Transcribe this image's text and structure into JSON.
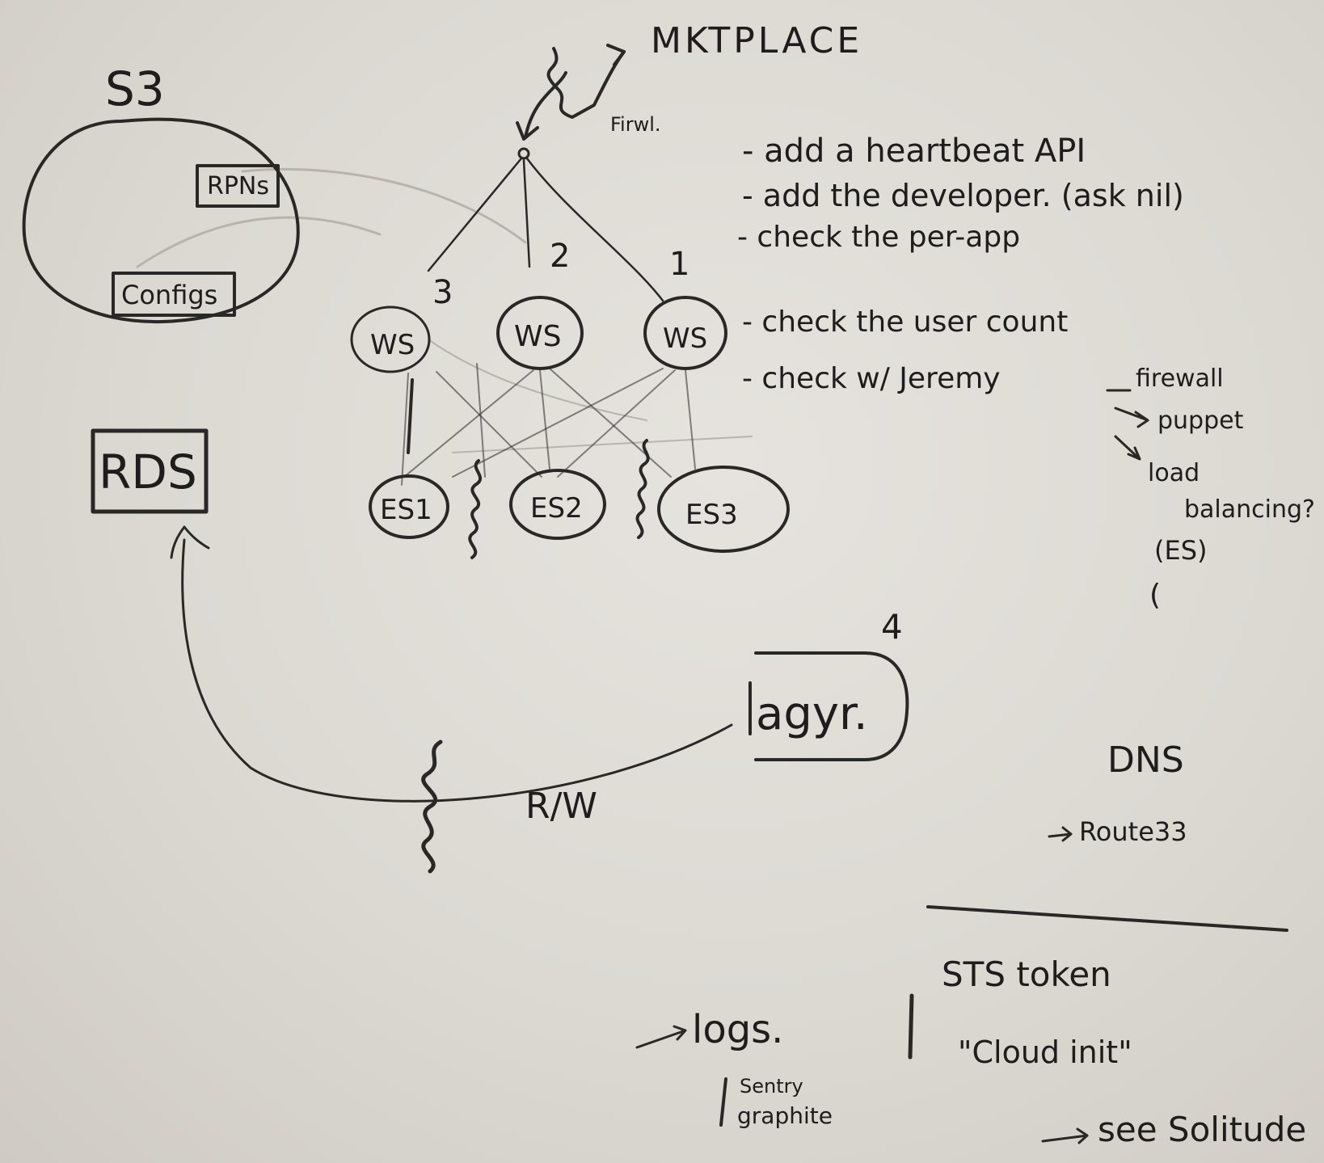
{
  "diagram": {
    "s3": {
      "title": "S3",
      "items": [
        "RPNs",
        "Configs"
      ]
    },
    "rds": "RDS",
    "marketplace": "MKTPLACE",
    "firewall_label": "Firwl.",
    "web_servers": [
      {
        "label": "WS",
        "number": "3"
      },
      {
        "label": "WS",
        "number": "2"
      },
      {
        "label": "WS",
        "number": "1"
      }
    ],
    "es_nodes": [
      "ES1",
      "ES2",
      "ES3"
    ],
    "aggregator": {
      "label": "agyr.",
      "number": "4"
    },
    "rw_label": "R/W"
  },
  "todo_list": [
    "- add a heartbeat API",
    "- add the developer. (ask nil)",
    "- check the per-app",
    "- check the user count",
    "- check w/ Jeremy"
  ],
  "jeremy_items": {
    "firewall": "firewall",
    "puppet": "puppet",
    "load_balancing": [
      "load",
      "balancing?"
    ],
    "es": "(ES)",
    "paren": "("
  },
  "dns": {
    "title": "DNS",
    "route": "Route33"
  },
  "bottom": {
    "sts_token": "STS token",
    "cloud_init": "\"Cloud init\"",
    "logs": "logs.",
    "sentry": "Sentry",
    "graphite": "graphite",
    "see": "see Solitude"
  }
}
